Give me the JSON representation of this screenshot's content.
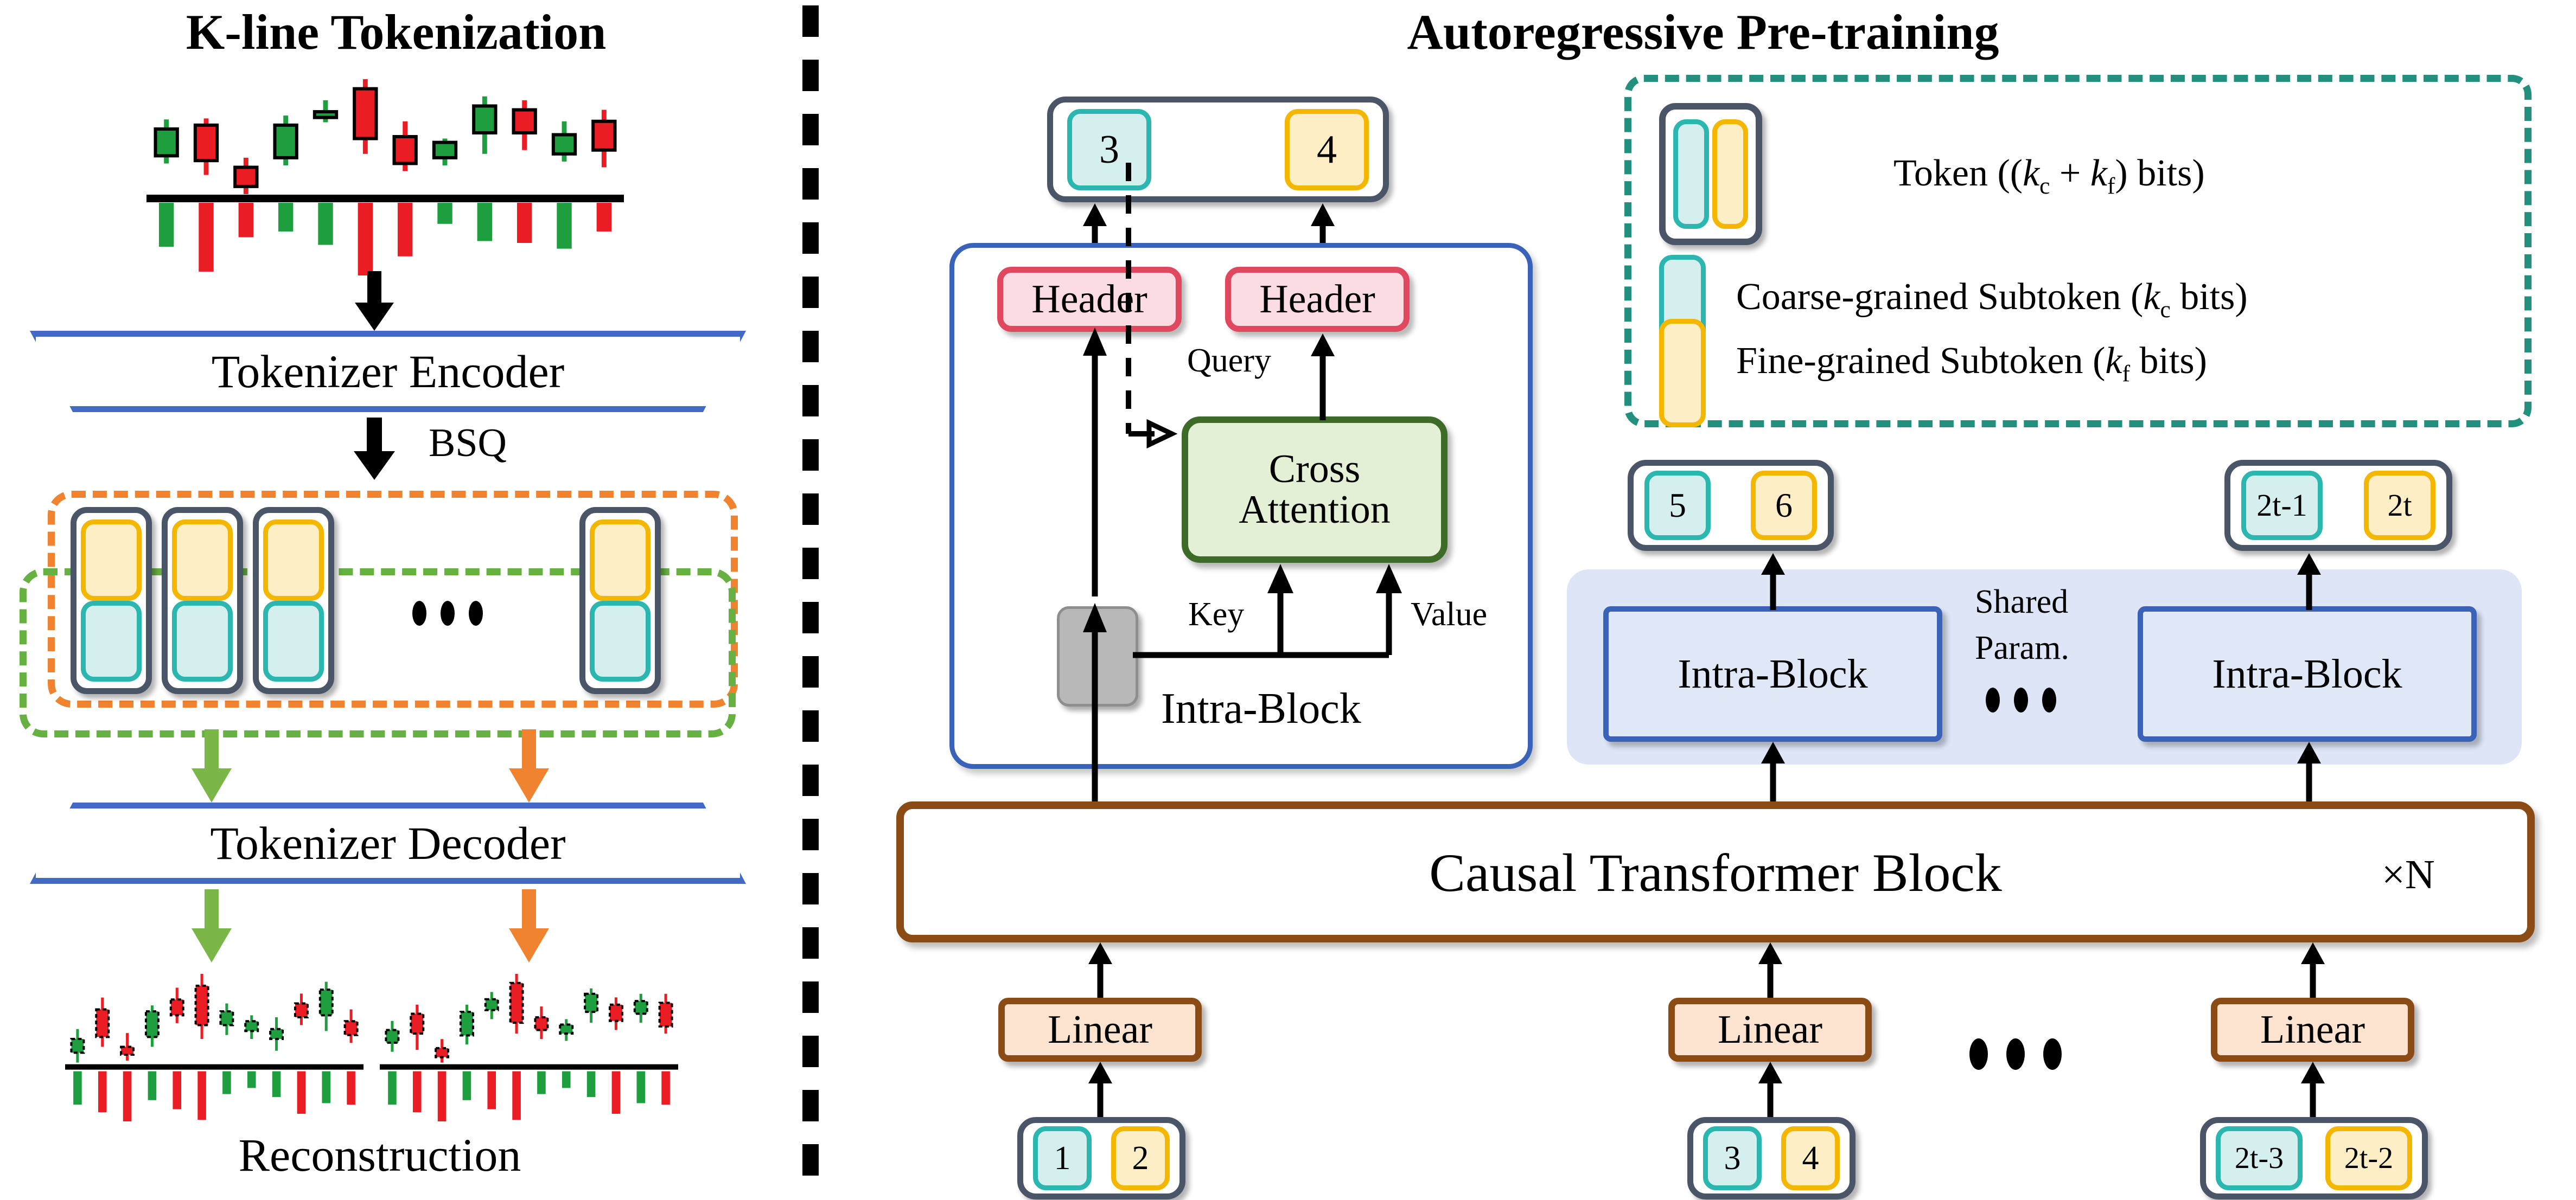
{
  "panels": {
    "left_title": "K-line Tokenization",
    "right_title": "Autoregressive Pre-training"
  },
  "left": {
    "encoder_label": "Tokenizer Encoder",
    "decoder_label": "Tokenizer Decoder",
    "bsq_label": "BSQ",
    "reconstruction_label": "Reconstruction",
    "token_count_visible": 4,
    "ellipsis": "•••"
  },
  "right": {
    "output_token": {
      "coarse": "3",
      "fine": "4"
    },
    "intra_block": {
      "header_left": "Header",
      "header_right": "Header",
      "cross_attention": "Cross Attention",
      "query_label": "Query",
      "key_label": "Key",
      "value_label": "Value",
      "caption": "Intra-Block"
    },
    "legend": {
      "items": [
        {
          "swatch": "token",
          "text": "Token ((k_c + k_f) bits)"
        },
        {
          "swatch": "coarse",
          "text": "Coarse-grained Subtoken (k_c bits)"
        },
        {
          "swatch": "fine",
          "text": "Fine-grained Subtoken (k_f bits)"
        }
      ]
    },
    "shared": {
      "label_line1": "Shared",
      "label_line2": "Param.",
      "ellipsis": "•••",
      "blocks": [
        {
          "name": "Intra-Block",
          "out_token": {
            "coarse": "5",
            "fine": "6"
          }
        },
        {
          "name": "Intra-Block",
          "out_token": {
            "coarse": "2t-1",
            "fine": "2t"
          }
        }
      ]
    },
    "transformer": {
      "label": "Causal Transformer Block",
      "repeat": "×N"
    },
    "inputs": [
      {
        "linear": "Linear",
        "token": {
          "coarse": "1",
          "fine": "2"
        }
      },
      {
        "linear": "Linear",
        "token": {
          "coarse": "3",
          "fine": "4"
        }
      },
      {
        "linear": "Linear",
        "token": {
          "coarse": "2t-3",
          "fine": "2t-2"
        }
      }
    ],
    "input_ellipsis": "•••"
  },
  "colors": {
    "coarse_fill": "#d5efee",
    "coarse_border": "#2bb7b0",
    "fine_fill": "#fdeec6",
    "fine_border": "#f3b700",
    "token_border": "#4a5568",
    "header_fill": "#fadce2",
    "header_border": "#e0485f",
    "cross_fill": "#e4f0d6",
    "cross_border": "#3f6b28",
    "trapezoid_border": "#4269c4",
    "linear_fill": "#fbe3cf",
    "linear_border": "#8a4b14",
    "shared_bg": "#dde5f7",
    "dash_orange": "#ef8330",
    "dash_green": "#67b042",
    "dash_teal": "#23907f",
    "candle_up": "#1e9e3e",
    "candle_down": "#ea1c24"
  },
  "chart_data": {
    "type": "candlestick",
    "title": "K-line input series",
    "source_candles": [
      {
        "o": 60,
        "c": 88,
        "h": 98,
        "l": 52,
        "dir": "up"
      },
      {
        "o": 92,
        "c": 55,
        "h": 99,
        "l": 40,
        "dir": "down"
      },
      {
        "o": 48,
        "c": 28,
        "h": 58,
        "l": 20,
        "dir": "down"
      },
      {
        "o": 58,
        "c": 92,
        "h": 102,
        "l": 50,
        "dir": "up"
      },
      {
        "o": 100,
        "c": 106,
        "h": 118,
        "l": 95,
        "dir": "up"
      },
      {
        "o": 130,
        "c": 78,
        "h": 140,
        "l": 62,
        "dir": "down"
      },
      {
        "o": 80,
        "c": 52,
        "h": 96,
        "l": 44,
        "dir": "down"
      },
      {
        "o": 58,
        "c": 74,
        "h": 78,
        "l": 50,
        "dir": "up"
      },
      {
        "o": 84,
        "c": 112,
        "h": 122,
        "l": 62,
        "dir": "up"
      },
      {
        "o": 108,
        "c": 84,
        "h": 118,
        "l": 66,
        "dir": "down"
      },
      {
        "o": 82,
        "c": 62,
        "h": 96,
        "l": 54,
        "dir": "up"
      },
      {
        "o": 96,
        "c": 66,
        "h": 108,
        "l": 48,
        "dir": "down"
      }
    ],
    "source_volumes": [
      {
        "v": 46,
        "dir": "up"
      },
      {
        "v": 72,
        "dir": "down"
      },
      {
        "v": 36,
        "dir": "down"
      },
      {
        "v": 30,
        "dir": "up"
      },
      {
        "v": 44,
        "dir": "up"
      },
      {
        "v": 76,
        "dir": "down"
      },
      {
        "v": 56,
        "dir": "down"
      },
      {
        "v": 22,
        "dir": "up"
      },
      {
        "v": 40,
        "dir": "up"
      },
      {
        "v": 42,
        "dir": "down"
      },
      {
        "v": 48,
        "dir": "up"
      },
      {
        "v": 30,
        "dir": "down"
      }
    ],
    "recon_left_candles": [
      {
        "o": 20,
        "c": 34,
        "h": 44,
        "l": 10,
        "dir": "up"
      },
      {
        "o": 64,
        "c": 36,
        "h": 76,
        "l": 26,
        "dir": "down"
      },
      {
        "o": 26,
        "c": 18,
        "h": 40,
        "l": 12,
        "dir": "down"
      },
      {
        "o": 36,
        "c": 62,
        "h": 68,
        "l": 26,
        "dir": "up"
      },
      {
        "o": 74,
        "c": 58,
        "h": 86,
        "l": 50,
        "dir": "down"
      },
      {
        "o": 88,
        "c": 48,
        "h": 100,
        "l": 34,
        "dir": "down"
      },
      {
        "o": 48,
        "c": 62,
        "h": 70,
        "l": 38,
        "dir": "up"
      },
      {
        "o": 42,
        "c": 52,
        "h": 58,
        "l": 34,
        "dir": "up"
      },
      {
        "o": 34,
        "c": 44,
        "h": 56,
        "l": 22,
        "dir": "up"
      },
      {
        "o": 70,
        "c": 56,
        "h": 80,
        "l": 48,
        "dir": "down"
      },
      {
        "o": 58,
        "c": 84,
        "h": 92,
        "l": 42,
        "dir": "up"
      },
      {
        "o": 52,
        "c": 38,
        "h": 64,
        "l": 30,
        "dir": "down"
      }
    ],
    "recon_right_candles": [
      {
        "o": 30,
        "c": 44,
        "h": 54,
        "l": 20,
        "dir": "up"
      },
      {
        "o": 62,
        "c": 40,
        "h": 72,
        "l": 22,
        "dir": "down"
      },
      {
        "o": 24,
        "c": 14,
        "h": 34,
        "l": 8,
        "dir": "down"
      },
      {
        "o": 38,
        "c": 64,
        "h": 72,
        "l": 28,
        "dir": "up"
      },
      {
        "o": 66,
        "c": 78,
        "h": 86,
        "l": 56,
        "dir": "up"
      },
      {
        "o": 96,
        "c": 52,
        "h": 106,
        "l": 40,
        "dir": "down"
      },
      {
        "o": 58,
        "c": 44,
        "h": 70,
        "l": 34,
        "dir": "down"
      },
      {
        "o": 40,
        "c": 50,
        "h": 56,
        "l": 32,
        "dir": "up"
      },
      {
        "o": 64,
        "c": 84,
        "h": 90,
        "l": 52,
        "dir": "up"
      },
      {
        "o": 72,
        "c": 54,
        "h": 80,
        "l": 44,
        "dir": "down"
      },
      {
        "o": 62,
        "c": 76,
        "h": 84,
        "l": 52,
        "dir": "up"
      },
      {
        "o": 74,
        "c": 48,
        "h": 84,
        "l": 40,
        "dir": "down"
      }
    ],
    "recon_volumes": [
      {
        "v": 44,
        "dir": "up"
      },
      {
        "v": 54,
        "dir": "down"
      },
      {
        "v": 66,
        "dir": "down"
      },
      {
        "v": 38,
        "dir": "up"
      },
      {
        "v": 50,
        "dir": "down"
      },
      {
        "v": 64,
        "dir": "down"
      },
      {
        "v": 30,
        "dir": "up"
      },
      {
        "v": 22,
        "dir": "up"
      },
      {
        "v": 34,
        "dir": "up"
      },
      {
        "v": 56,
        "dir": "down"
      },
      {
        "v": 42,
        "dir": "up"
      },
      {
        "v": 44,
        "dir": "down"
      }
    ]
  }
}
